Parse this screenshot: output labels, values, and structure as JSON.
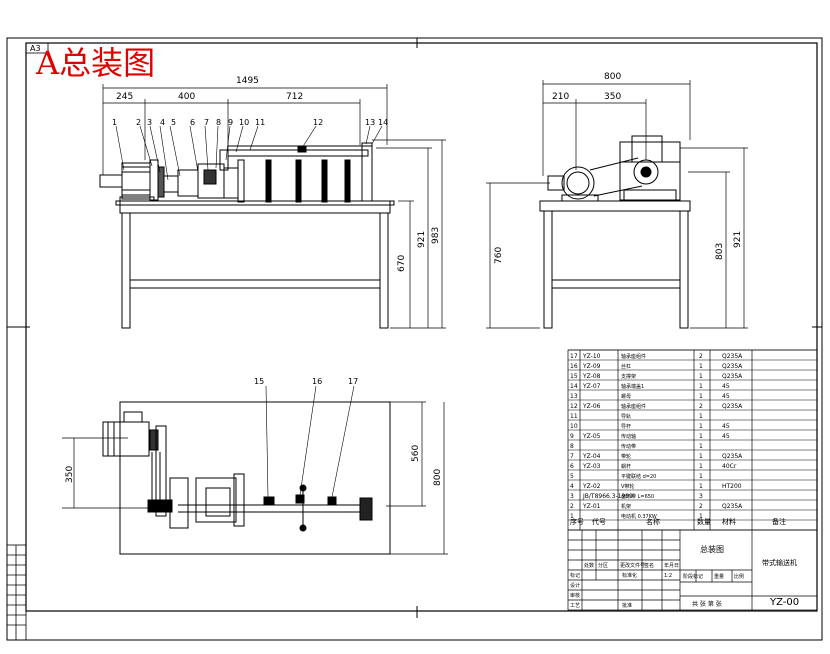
{
  "sheet": {
    "size_label": "A3",
    "title": "A总装图"
  },
  "front_view": {
    "dims": {
      "overall": "1495",
      "d245": "245",
      "d400": "400",
      "d712": "712",
      "h670": "670",
      "h921": "921",
      "h983": "983"
    },
    "balloons": [
      "1",
      "2",
      "3",
      "4",
      "5",
      "6",
      "7",
      "8",
      "9",
      "10",
      "11",
      "12",
      "13",
      "14"
    ]
  },
  "side_view": {
    "dims": {
      "overall": "800",
      "d210": "210",
      "d350": "350",
      "h760": "760",
      "h803": "803",
      "h921": "921"
    }
  },
  "top_view": {
    "dims": {
      "d350": "350",
      "d560": "560",
      "d800": "800"
    },
    "balloons": [
      "15",
      "16",
      "17"
    ]
  },
  "bom": {
    "rows": [
      {
        "no": "17",
        "code": "YZ-10",
        "name": "轴承座组件",
        "qty": "2",
        "mat": "Q235A"
      },
      {
        "no": "16",
        "code": "YZ-09",
        "name": "丝杠",
        "qty": "1",
        "mat": "Q235A"
      },
      {
        "no": "15",
        "code": "YZ-08",
        "name": "支撑架",
        "qty": "1",
        "mat": "Q235A"
      },
      {
        "no": "14",
        "code": "YZ-07",
        "name": "轴承端盖1",
        "qty": "1",
        "mat": "45"
      },
      {
        "no": "13",
        "code": "",
        "name": "螺母",
        "qty": "1",
        "mat": "45"
      },
      {
        "no": "12",
        "code": "YZ-06",
        "name": "轴承座组件",
        "qty": "2",
        "mat": "Q235A"
      },
      {
        "no": "11",
        "code": "",
        "name": "导轨",
        "qty": "1",
        "mat": ""
      },
      {
        "no": "10",
        "code": "",
        "name": "导杆",
        "qty": "1",
        "mat": "45"
      },
      {
        "no": "9",
        "code": "YZ-05",
        "name": "传动轴",
        "qty": "1",
        "mat": "45"
      },
      {
        "no": "8",
        "code": "",
        "name": "传动带",
        "qty": "1",
        "mat": ""
      },
      {
        "no": "7",
        "code": "YZ-04",
        "name": "带轮",
        "qty": "1",
        "mat": "Q235A"
      },
      {
        "no": "6",
        "code": "YZ-03",
        "name": "蜗杆",
        "qty": "1",
        "mat": "40Cr"
      },
      {
        "no": "5",
        "code": "",
        "name": "平键联结 d=20",
        "qty": "1",
        "mat": ""
      },
      {
        "no": "4",
        "code": "YZ-02",
        "name": "V带轮",
        "qty": "1",
        "mat": "HT200"
      },
      {
        "no": "3",
        "code": "JB/T8966.3-1999",
        "name": "齿形带 L=650",
        "qty": "3",
        "mat": ""
      },
      {
        "no": "2",
        "code": "YZ-01",
        "name": "机架",
        "qty": "2",
        "mat": "Q235A"
      },
      {
        "no": "1",
        "code": "",
        "name": "电动机 0.37KW",
        "qty": "1",
        "mat": ""
      }
    ],
    "header": {
      "no": "序号",
      "code": "代号",
      "name": "名称",
      "qty": "数量",
      "mat": "材料",
      "remark": "备注"
    }
  },
  "title_block": {
    "drawing_name": "总装图",
    "machine_name": "带式输送机",
    "drawing_no": "YZ-00",
    "labels": {
      "mark": "标记",
      "count": "处数",
      "zone": "分区",
      "doc": "更改文件号",
      "sign": "签名",
      "date": "年月日",
      "design": "设计",
      "std": "标准化",
      "stage": "阶段标记",
      "weight": "重量",
      "scale": "比例",
      "scale_val": "1:2",
      "review": "审核",
      "process": "工艺",
      "approve": "批准",
      "sheets": "共 张 第 张"
    }
  },
  "colors": {
    "line": "#000000",
    "title": "#e00000"
  }
}
